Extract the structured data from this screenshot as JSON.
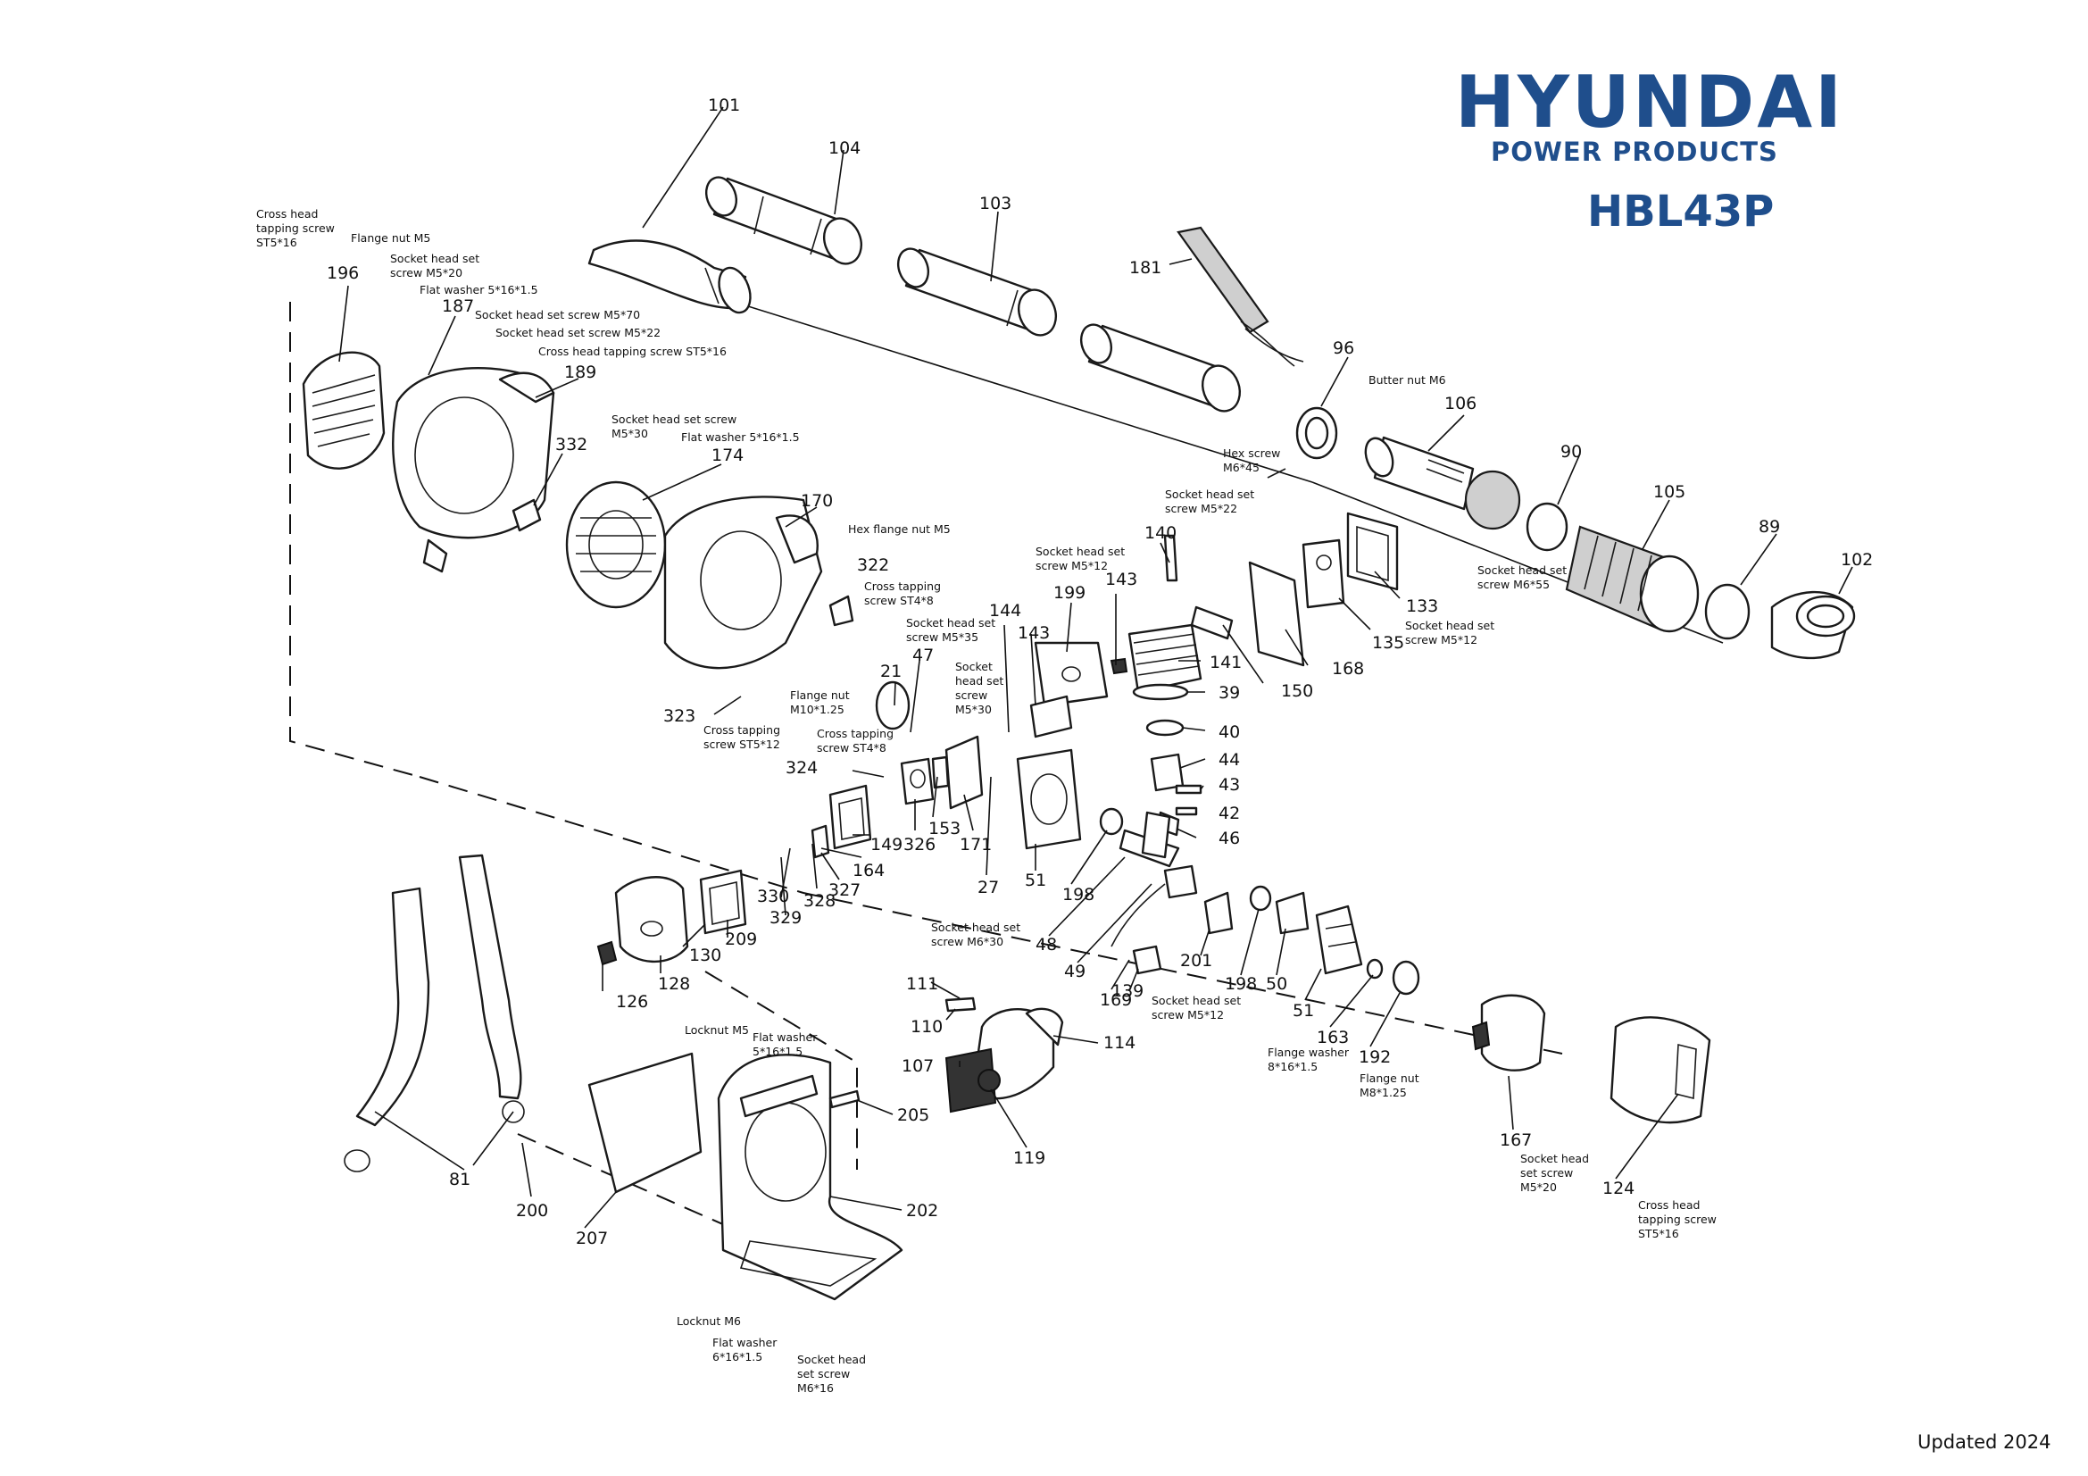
{
  "brand": {
    "name": "HYUNDAI",
    "subtitle": "POWER PRODUCTS",
    "model": "HBL43P",
    "color": "#1f4e8c"
  },
  "footer": {
    "updated": "Updated 2024"
  },
  "callouts": [
    "101",
    "104",
    "103",
    "181",
    "96",
    "106",
    "90",
    "105",
    "89",
    "102",
    "196",
    "187",
    "189",
    "332",
    "174",
    "170",
    "322",
    "21",
    "323",
    "47",
    "144",
    "143",
    "199",
    "143",
    "140",
    "141",
    "39",
    "40",
    "44",
    "43",
    "42",
    "46",
    "168",
    "150",
    "133",
    "135",
    "324",
    "153",
    "171",
    "326",
    "149",
    "164",
    "327",
    "328",
    "330",
    "329",
    "209",
    "130",
    "128",
    "126",
    "27",
    "51",
    "198",
    "48",
    "49",
    "169",
    "139",
    "201",
    "198",
    "50",
    "51",
    "163",
    "192",
    "167",
    "124",
    "111",
    "110",
    "107",
    "114",
    "119",
    "205",
    "202",
    "207",
    "200",
    "81"
  ],
  "notes": [
    [
      "Cross head",
      "tapping screw",
      "ST5*16"
    ],
    [
      "Flange nut M5"
    ],
    [
      "Socket head set",
      "screw M5*20"
    ],
    [
      "Flat washer 5*16*1.5"
    ],
    [
      "Socket head set screw M5*70"
    ],
    [
      "Socket head set screw M5*22"
    ],
    [
      "Cross head tapping screw ST5*16"
    ],
    [
      "Socket head set screw",
      "M5*30"
    ],
    [
      "Flat washer 5*16*1.5"
    ],
    [
      "Hex flange nut M5"
    ],
    [
      "Cross tapping",
      "screw ST4*8"
    ],
    [
      "Flange nut",
      "M10*1.25"
    ],
    [
      "Cross tapping",
      "screw ST5*12"
    ],
    [
      "Socket head set",
      "screw M5*35"
    ],
    [
      "Socket",
      "head set",
      "screw",
      "M5*30"
    ],
    [
      "Cross tapping",
      "screw ST4*8"
    ],
    [
      "Socket head set",
      "screw M5*12"
    ],
    [
      "Socket head set",
      "screw M5*22"
    ],
    [
      "Butter nut M6"
    ],
    [
      "Hex screw",
      "M6*45"
    ],
    [
      "Socket head set",
      "screw M6*55"
    ],
    [
      "Socket head set",
      "screw M5*12"
    ],
    [
      "Socket head set",
      "screw M6*30"
    ],
    [
      "Socket head set",
      "screw M5*12"
    ],
    [
      "Flange washer",
      "8*16*1.5"
    ],
    [
      "Flange nut",
      "M8*1.25"
    ],
    [
      "Socket head",
      "set screw",
      "M5*20"
    ],
    [
      "Cross head",
      "tapping screw",
      "ST5*16"
    ],
    [
      "Locknut M5"
    ],
    [
      "Flat washer",
      "5*16*1.5"
    ],
    [
      "Locknut M6"
    ],
    [
      "Flat washer",
      "6*16*1.5"
    ],
    [
      "Socket head",
      "set screw",
      "M6*16"
    ]
  ]
}
